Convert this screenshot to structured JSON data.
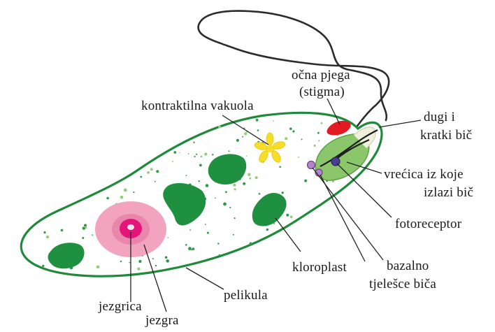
{
  "diagram": {
    "labels": {
      "stigma_line1": "očna pjega",
      "stigma_line2": "(stigma)",
      "contractile_vacuole": "kontraktilna vakuola",
      "flagella_line1": "dugi i",
      "flagella_line2": "kratki bič",
      "reservoir_line1": "vrećica iz koje",
      "reservoir_line2": "izlazi bič",
      "photoreceptor": "fotoreceptor",
      "chloroplast": "kloroplast",
      "basal_body_line1": "bazalno",
      "basal_body_line2": "tjelešce biča",
      "pellicle": "pelikula",
      "nucleolus": "jezgrica",
      "nucleus": "jezgra"
    },
    "colors": {
      "membrane": "#1f8a3a",
      "cytoplasm": "#ffffff",
      "reservoir": "#8cc66a",
      "chloroplast": "#1f8f40",
      "nucleus_outer": "#f2a3bd",
      "nucleolus": "#e3147a",
      "stigma": "#e21b23",
      "vacuole": "#f6dd28",
      "basal_body": "#4a3f8f",
      "basal_body_alt": "#b684c8",
      "flagellum": "#2b2b2b",
      "leader_line": "#222222"
    }
  }
}
